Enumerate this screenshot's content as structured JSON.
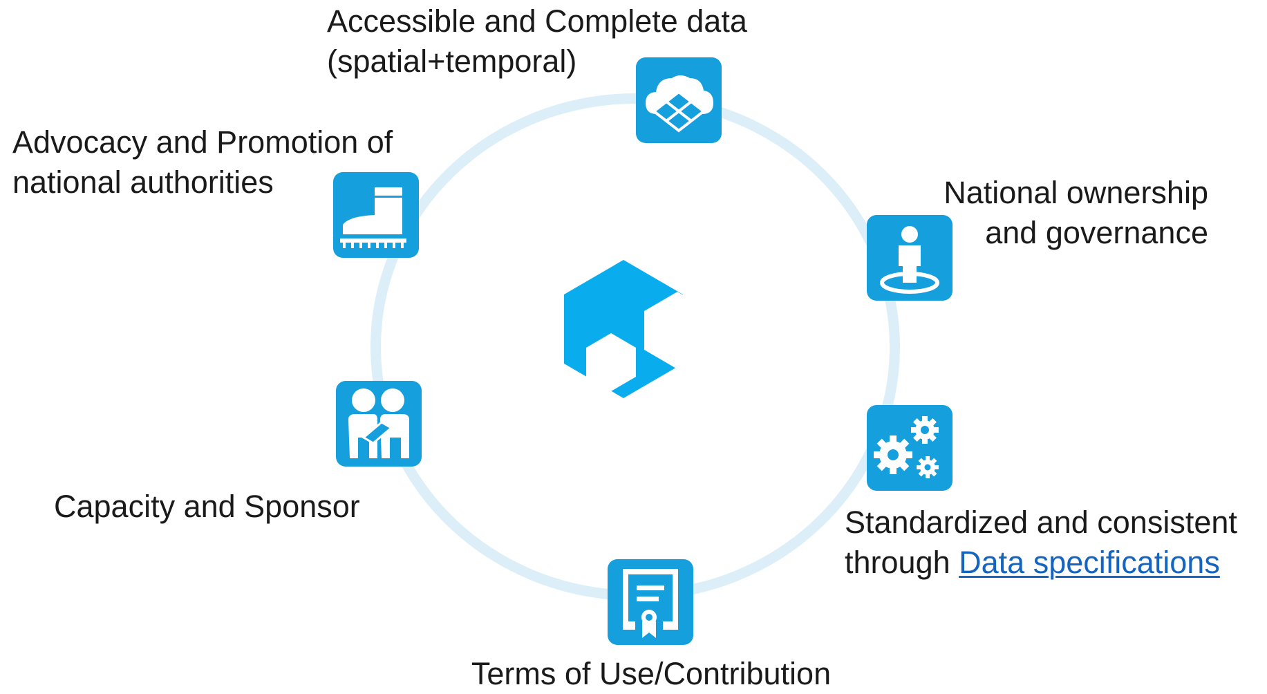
{
  "diagram": {
    "colors": {
      "ring": "#dceff9",
      "tile": "#159fdc",
      "hub": "#09adee",
      "link": "#1565c0"
    },
    "center": {
      "icon": "hexagon-cluster-icon"
    },
    "nodes": [
      {
        "id": "accessible-data",
        "icon": "cloud-grid-icon",
        "label_lines": [
          "Accessible and Complete data",
          "(spatial+temporal)"
        ]
      },
      {
        "id": "national-ownership",
        "icon": "person-on-target-icon",
        "label_lines": [
          "National ownership",
          "and governance"
        ]
      },
      {
        "id": "standardized",
        "icon": "gears-icon",
        "label_lines": [
          "Standardized and consistent",
          "through"
        ],
        "link_text": "Data specifications"
      },
      {
        "id": "terms",
        "icon": "certificate-icon",
        "label_lines": [
          "Terms of Use/Contribution"
        ]
      },
      {
        "id": "capacity",
        "icon": "two-people-icon",
        "label_lines": [
          "Capacity and Sponsor"
        ]
      },
      {
        "id": "advocacy",
        "icon": "government-building-icon",
        "label_lines": [
          "Advocacy and Promotion of",
          "national authorities"
        ]
      }
    ]
  }
}
